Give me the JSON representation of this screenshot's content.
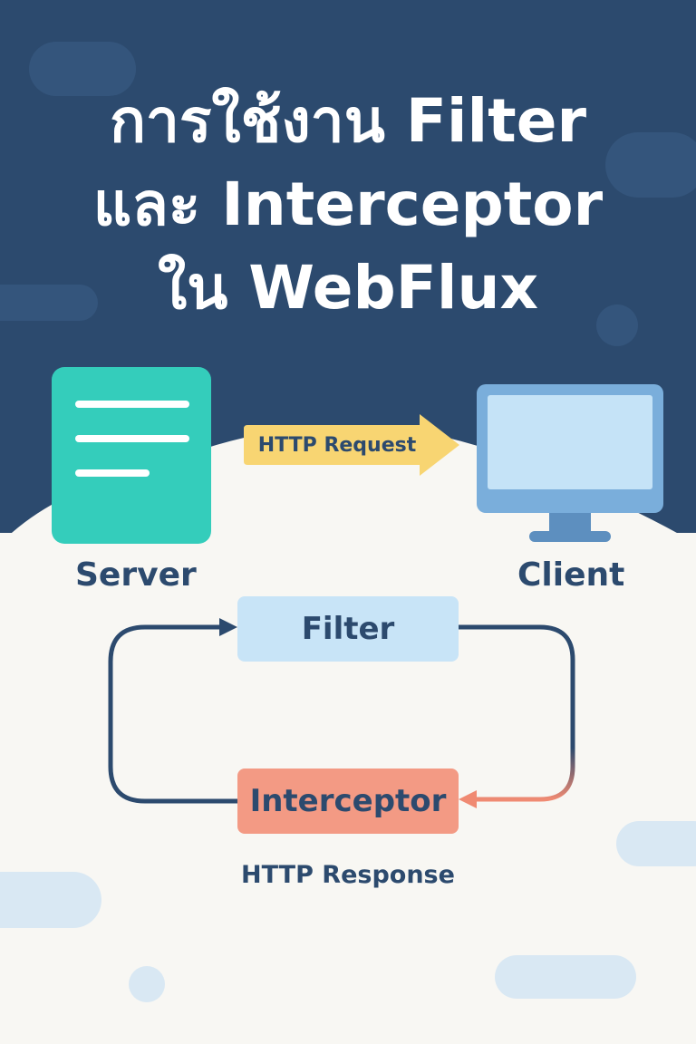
{
  "title": {
    "line1": "การใช้งาน Filter",
    "line2": "และ Interceptor",
    "line3": "ใน WebFlux"
  },
  "diagram": {
    "server_label": "Server",
    "client_label": "Client",
    "request_label": "HTTP Request",
    "filter_label": "Filter",
    "interceptor_label": "Interceptor",
    "response_label": "HTTP Response"
  },
  "colors": {
    "background_top": "#2c4a6e",
    "background_bottom": "#f8f7f3",
    "server": "#34cdbb",
    "request_arrow": "#f8d572",
    "monitor": "#7aaedb",
    "filter_box": "#c8e4f7",
    "interceptor_box": "#f39a84",
    "loop_line": "#2c4a6e",
    "loop_arrow_accent": "#f08a72"
  },
  "icons": {
    "server": "server-document-icon",
    "client": "monitor-icon",
    "request": "arrow-right-icon"
  }
}
